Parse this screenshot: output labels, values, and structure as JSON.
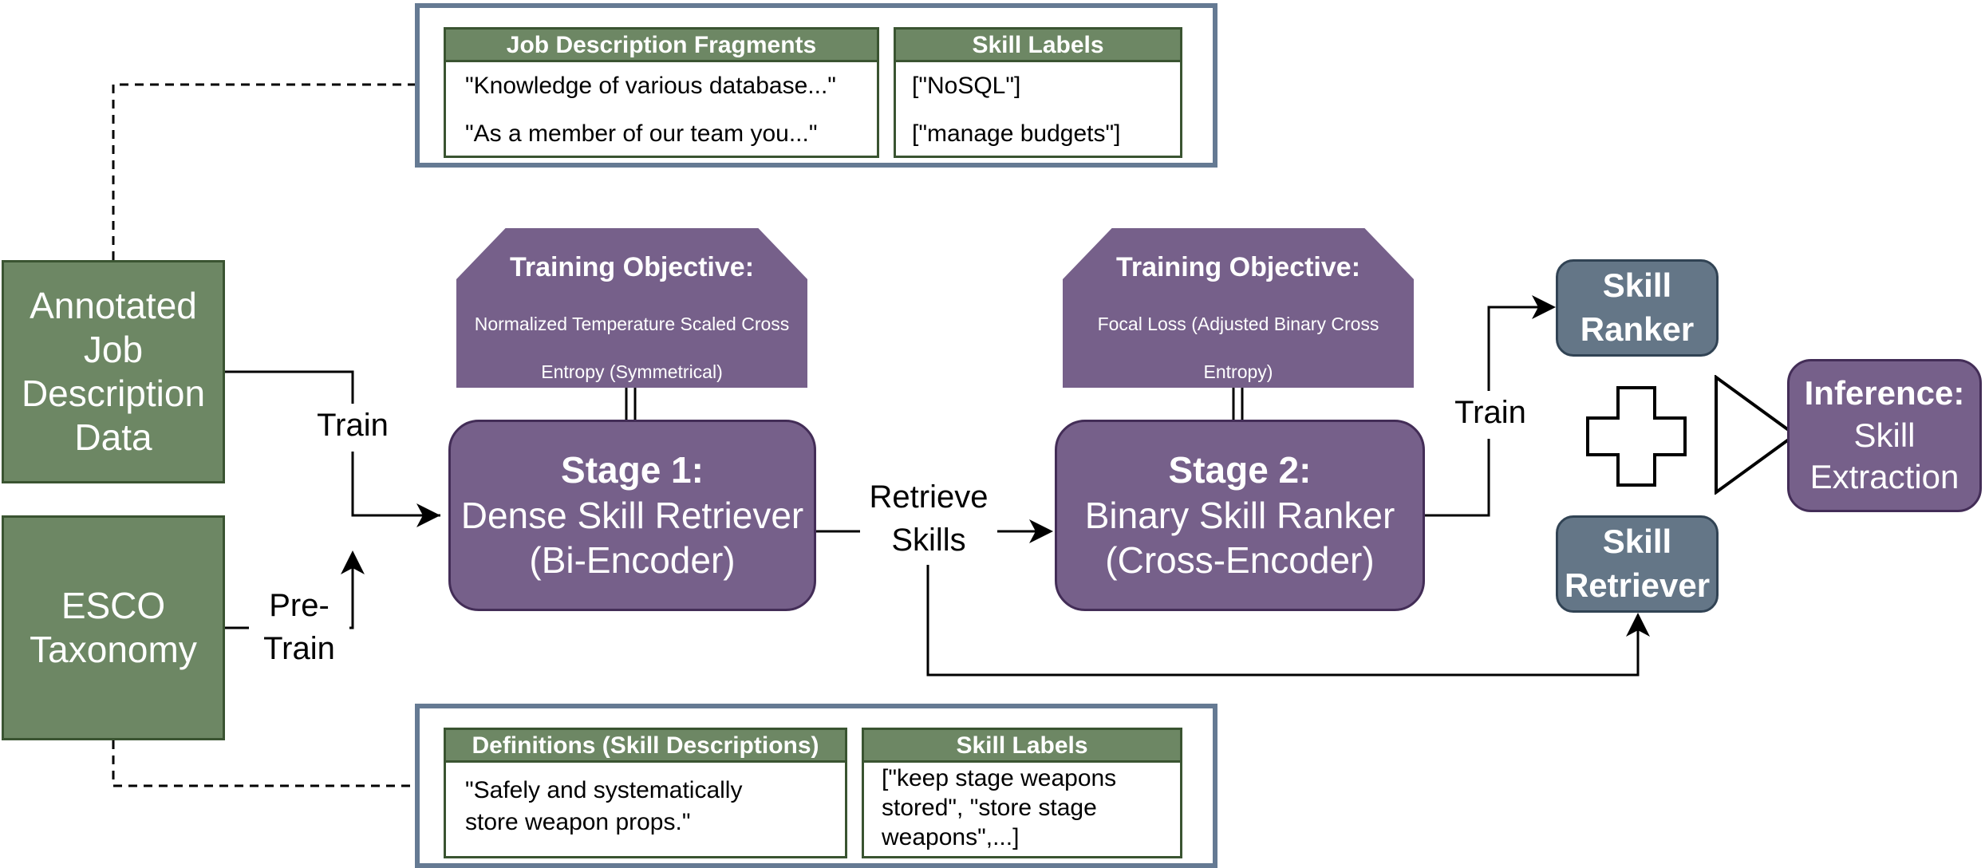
{
  "sources": {
    "annotated": "Annotated Job Description Data",
    "esco": "ESCO Taxonomy"
  },
  "jd_panel": {
    "fragments_header": "Job Description Fragments",
    "fragments": [
      "\"Knowledge of various database...\"",
      "\"As a member of our team you...\""
    ],
    "labels_header": "Skill Labels",
    "labels": [
      "[\"NoSQL\"]",
      "[\"manage budgets\"]"
    ]
  },
  "esco_panel": {
    "definitions_header": "Definitions (Skill Descriptions)",
    "definition_lines": [
      "\"Safely and systematically",
      "store weapon props.\""
    ],
    "labels_header": "Skill Labels",
    "label_lines": [
      "[\"keep stage weapons",
      "stored\", \"store stage",
      "weapons\",...]"
    ]
  },
  "objective1": {
    "title": "Training Objective:",
    "lines": [
      "Normalized Temperature Scaled Cross",
      "Entropy (Symmetrical)"
    ]
  },
  "objective2": {
    "title": "Training Objective:",
    "lines": [
      "Focal Loss (Adjusted Binary Cross",
      "Entropy)"
    ]
  },
  "stage1": {
    "title": "Stage 1:",
    "line1": "Dense Skill Retriever",
    "line2": "(Bi-Encoder)"
  },
  "stage2": {
    "title": "Stage 2:",
    "line1": "Binary Skill Ranker",
    "line2": "(Cross-Encoder)"
  },
  "labels": {
    "train1": "Train",
    "pretrain": [
      "Pre-",
      "Train"
    ],
    "retrieve": [
      "Retrieve",
      "Skills"
    ],
    "train2": "Train"
  },
  "models": {
    "ranker": [
      "Skill",
      "Ranker"
    ],
    "retriever": [
      "Skill",
      "Retriever"
    ]
  },
  "inference": {
    "title": "Inference:",
    "lines": [
      "Skill",
      "Extraction"
    ]
  },
  "colors": {
    "green": "#6d8764",
    "green_border": "#3a5431",
    "purple": "#76608a",
    "purple_border": "#432d57",
    "slate": "#647687",
    "panel_border": "#657a93"
  },
  "icons": {
    "plus": "plus-icon",
    "triangle": "play-triangle-icon"
  }
}
